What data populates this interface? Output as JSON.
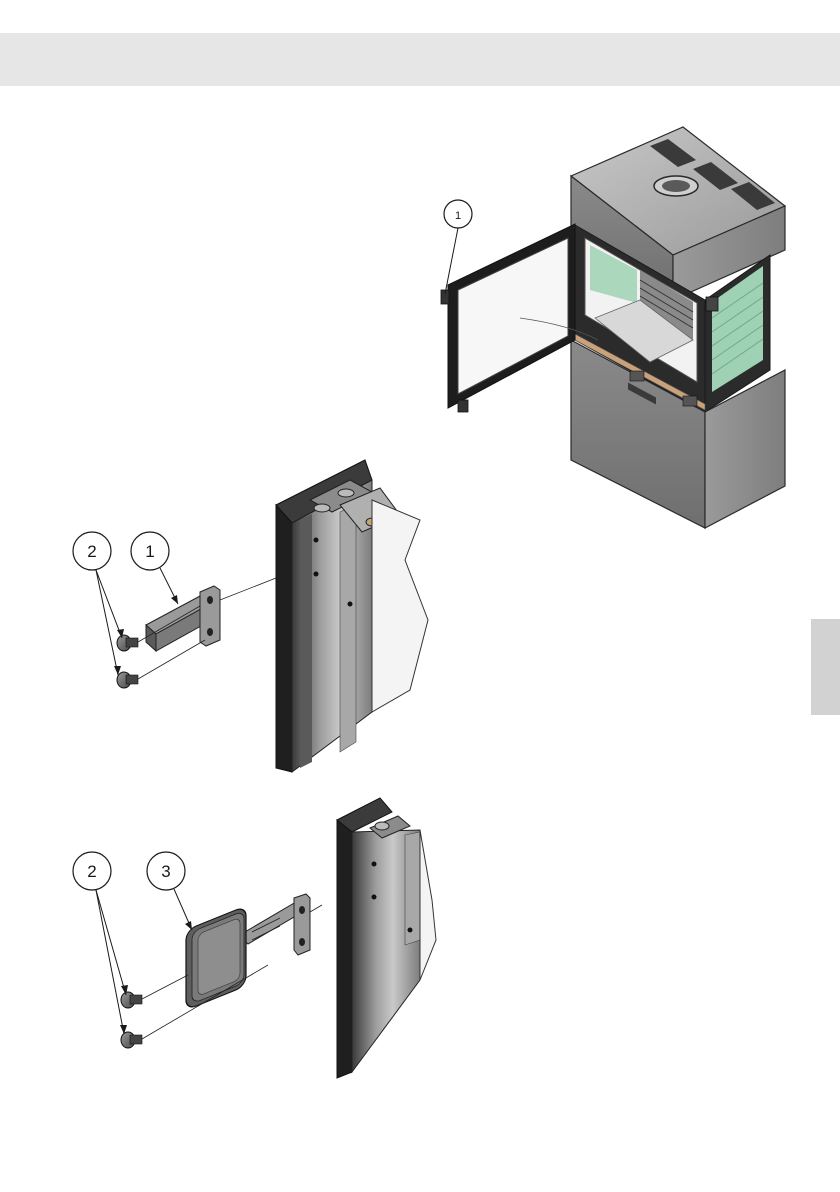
{
  "colors": {
    "header_band": "#e6e6e6",
    "side_tab": "#d2d2d2",
    "steel_dark": "#2e2e2e",
    "steel_mid": "#7a7a7a",
    "steel_light": "#b4b4b4",
    "glass_tint": "#9fd2b4"
  },
  "stove_view": {
    "callouts": [
      {
        "id": "door-handle",
        "label": "1"
      }
    ]
  },
  "detail_view_a": {
    "callouts": [
      {
        "id": "screws",
        "label": "2"
      },
      {
        "id": "handle-bracket",
        "label": "1"
      }
    ]
  },
  "detail_view_b": {
    "callouts": [
      {
        "id": "screws",
        "label": "2"
      },
      {
        "id": "handle-cover",
        "label": "3"
      }
    ]
  }
}
